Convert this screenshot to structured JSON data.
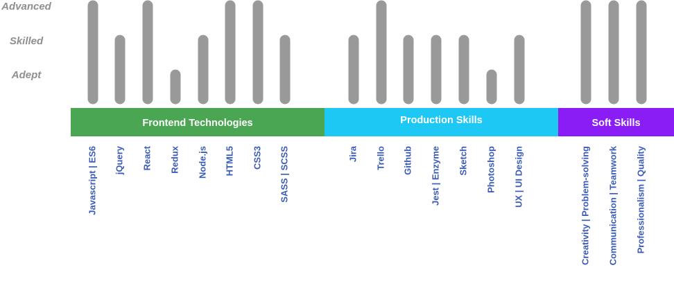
{
  "chart_data": {
    "type": "bar",
    "levels": [
      "Adept",
      "Skilled",
      "Advanced"
    ],
    "groups": [
      {
        "name": "Frontend Technologies",
        "color": "#4aa652",
        "categories": [
          "Javascript | ES6",
          "jQuery",
          "React",
          "Redux",
          "Node.js",
          "HTML5",
          "CSS3",
          "SASS | SCSS"
        ],
        "values": [
          3,
          2,
          3,
          1,
          2,
          3,
          3,
          2
        ]
      },
      {
        "name": "Production Skills",
        "color": "#1ec8f5",
        "categories": [
          "Jira",
          "Trello",
          "Github",
          "Jest | Enzyme",
          "Sketch",
          "Photoshop",
          "UX | UI Design"
        ],
        "values": [
          2,
          3,
          2,
          2,
          2,
          1,
          2
        ]
      },
      {
        "name": "Soft Skills",
        "color": "#8a1cf5",
        "categories": [
          "Creativity | Problem-solving",
          "Communication | Teamwork",
          "Professionalism | Quality"
        ],
        "values": [
          3,
          3,
          3
        ]
      }
    ],
    "bar_color": "#999999",
    "label_color": "#3a5bb8"
  }
}
